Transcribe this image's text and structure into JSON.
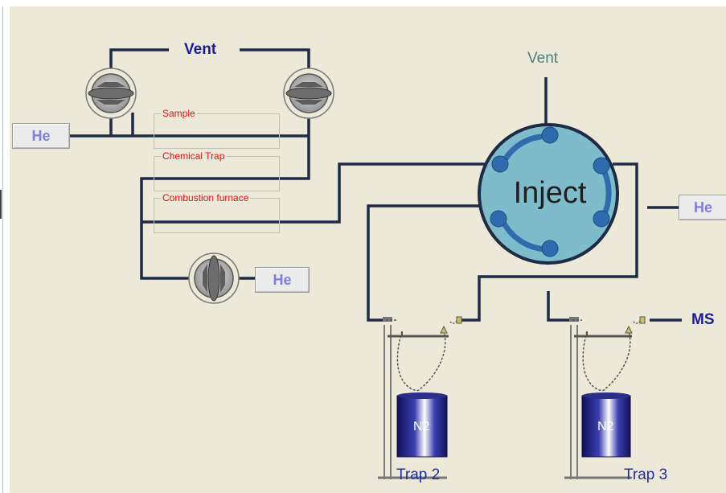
{
  "labels": {
    "vent_left": "Vent",
    "vent_right": "Vent",
    "ms": "MS",
    "inject": "Inject",
    "trap2": "Trap 2",
    "trap3": "Trap 3",
    "n2_left": "N2",
    "n2_right": "N2"
  },
  "he_buttons": {
    "left": "He",
    "middle": "He",
    "right": "He"
  },
  "groups": {
    "sample": "Sample",
    "chemical_trap": "Chemical Trap",
    "combustion_furnace": "Combustion furnace"
  },
  "colors": {
    "background": "#ece9d8",
    "pipe": "#1f2a44",
    "inject_valve": "#7fbccb",
    "port": "#2e6cae",
    "group_label": "#e01010",
    "he_text": "#7f7fdd",
    "n2_dewar": "#16186a"
  }
}
